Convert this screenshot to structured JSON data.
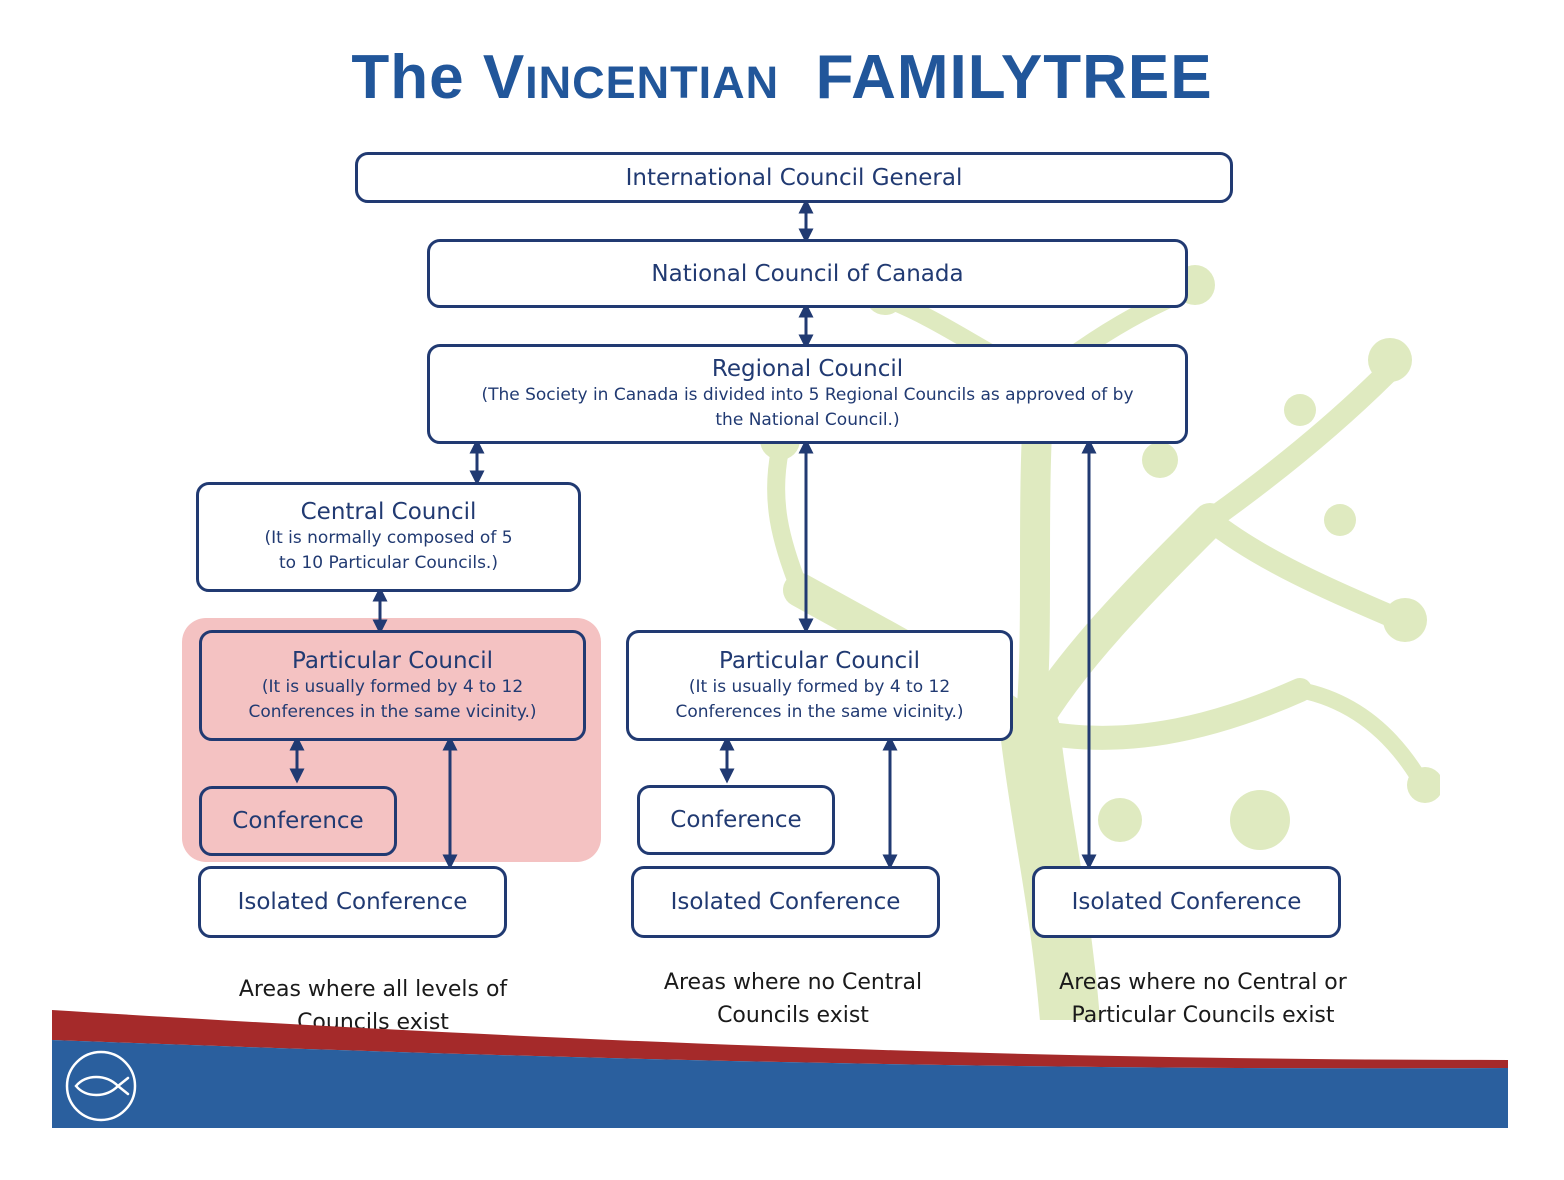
{
  "title": {
    "prefix": "The ",
    "v_initial": "V",
    "v_rest": "INCENTIAN",
    "suffix": "FAMILYTREE"
  },
  "nodes": {
    "international": {
      "label": "International Council General"
    },
    "national": {
      "label": "National Council of Canada"
    },
    "regional": {
      "label": "Regional Council",
      "note": "(The Society in Canada is divided into 5 Regional Councils as approved of by the National Council.)"
    },
    "central": {
      "label": "Central Council",
      "note": "(It is normally composed of 5 to 10 Particular Councils.)"
    },
    "particular_left": {
      "label": "Particular Council",
      "note": "(It is usually formed by 4 to 12 Conferences in the same vicinity.)"
    },
    "particular_mid": {
      "label": "Particular Council",
      "note": "(It is usually formed by 4 to 12 Conferences in the same vicinity.)"
    },
    "conference_left": {
      "label": "Conference"
    },
    "conference_mid": {
      "label": "Conference"
    },
    "isolated_left": {
      "label": "Isolated Conference"
    },
    "isolated_mid": {
      "label": "Isolated Conference"
    },
    "isolated_right": {
      "label": "Isolated Conference"
    }
  },
  "captions": {
    "left": "Areas where all levels of Councils exist",
    "mid": "Areas where no Central Councils exist",
    "right": "Areas where no Central or Particular Councils exist"
  },
  "colors": {
    "title": "#21569a",
    "box_border": "#213a72",
    "highlight": "#f4c2c2",
    "footer_blue": "#2a5f9e",
    "footer_red": "#a52a2a",
    "tree_green": "#d8e6b4"
  },
  "icons": [
    "fish-logo-icon",
    "tree-of-people-icon"
  ]
}
